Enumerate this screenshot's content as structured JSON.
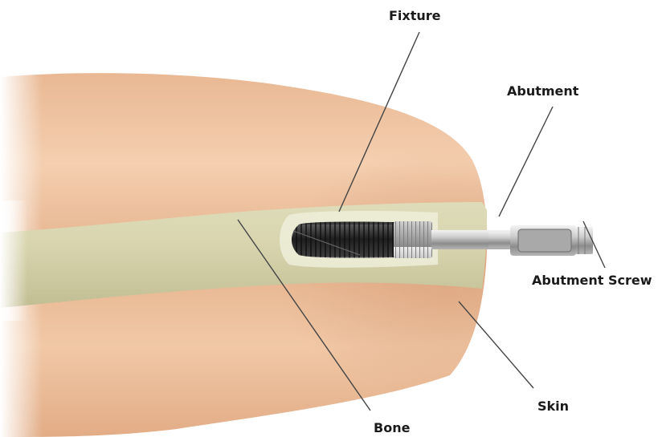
{
  "labels": {
    "fixture": "Fixture",
    "abutment": "Abutment",
    "abutment_screw": "Abutment Screw",
    "skin": "Skin",
    "bone": "Bone"
  },
  "colors": {
    "skin_light": "#f3ccab",
    "skin_mid": "#e8b690",
    "skin_dark": "#d9a07a",
    "bone_light": "#ecebd2",
    "bone_mid": "#d8d6b0",
    "bone_dark": "#b7b48a",
    "metal_light": "#e2e2e2",
    "metal_dark": "#6f6f6f",
    "fixture_dark": "#2b2b2b",
    "leader_line": "#444444"
  }
}
